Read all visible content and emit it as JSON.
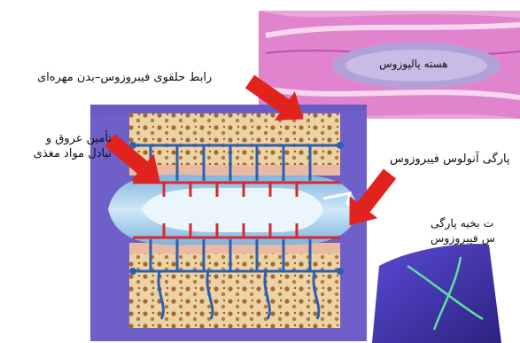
{
  "labels": {
    "vessels_line1": "تأمین عروق و",
    "vessels_line2": "تبادل مواد مغذی",
    "ligament": "رابط حلقوی فیبروزوس–بدن مهره‌ای",
    "nucleus": "هسته پالپوزوس",
    "annulus_tear": "پارگی آنولوس فیبروزوس",
    "repair_line1": "ت بخیه پارگی",
    "repair_line2": "س فیبروزوس"
  },
  "colors": {
    "panel_purple": "#6a5bc4",
    "bone_beige": "#ecd3a6",
    "bone_holes": "#a5682e",
    "disc_blue": "#a9d4ee",
    "vessel_blue": "#2b5fb3",
    "vessel_red": "#d8282e",
    "arrow_red": "#e0231c",
    "histology_pink": "#d86ac4"
  },
  "icons": {
    "pointer": "red-arrow-icon",
    "suture": "suture-icon"
  }
}
